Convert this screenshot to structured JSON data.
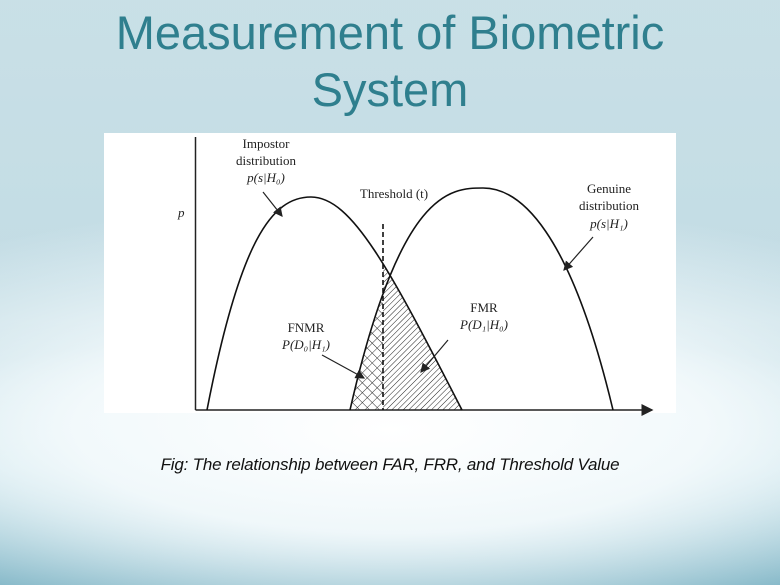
{
  "slide": {
    "title_line1": "Measurement of Biometric",
    "title_line2": "System",
    "caption": "Fig: The relationship between FAR, FRR, and Threshold Value",
    "title_color": "#2f7f8e"
  },
  "diagram": {
    "y_axis_label": "p",
    "impostor": {
      "line1": "Impostor",
      "line2": "distribution",
      "formula": "p(s|H₀)"
    },
    "genuine": {
      "line1": "Genuine",
      "line2": "distribution",
      "formula": "p(s|H₁)"
    },
    "threshold": "Threshold (t)",
    "fnmr": {
      "label": "FNMR",
      "formula": "P(D₀|H₁)"
    },
    "fmr": {
      "label": "FMR",
      "formula": "P(D₁|H₀)"
    }
  }
}
